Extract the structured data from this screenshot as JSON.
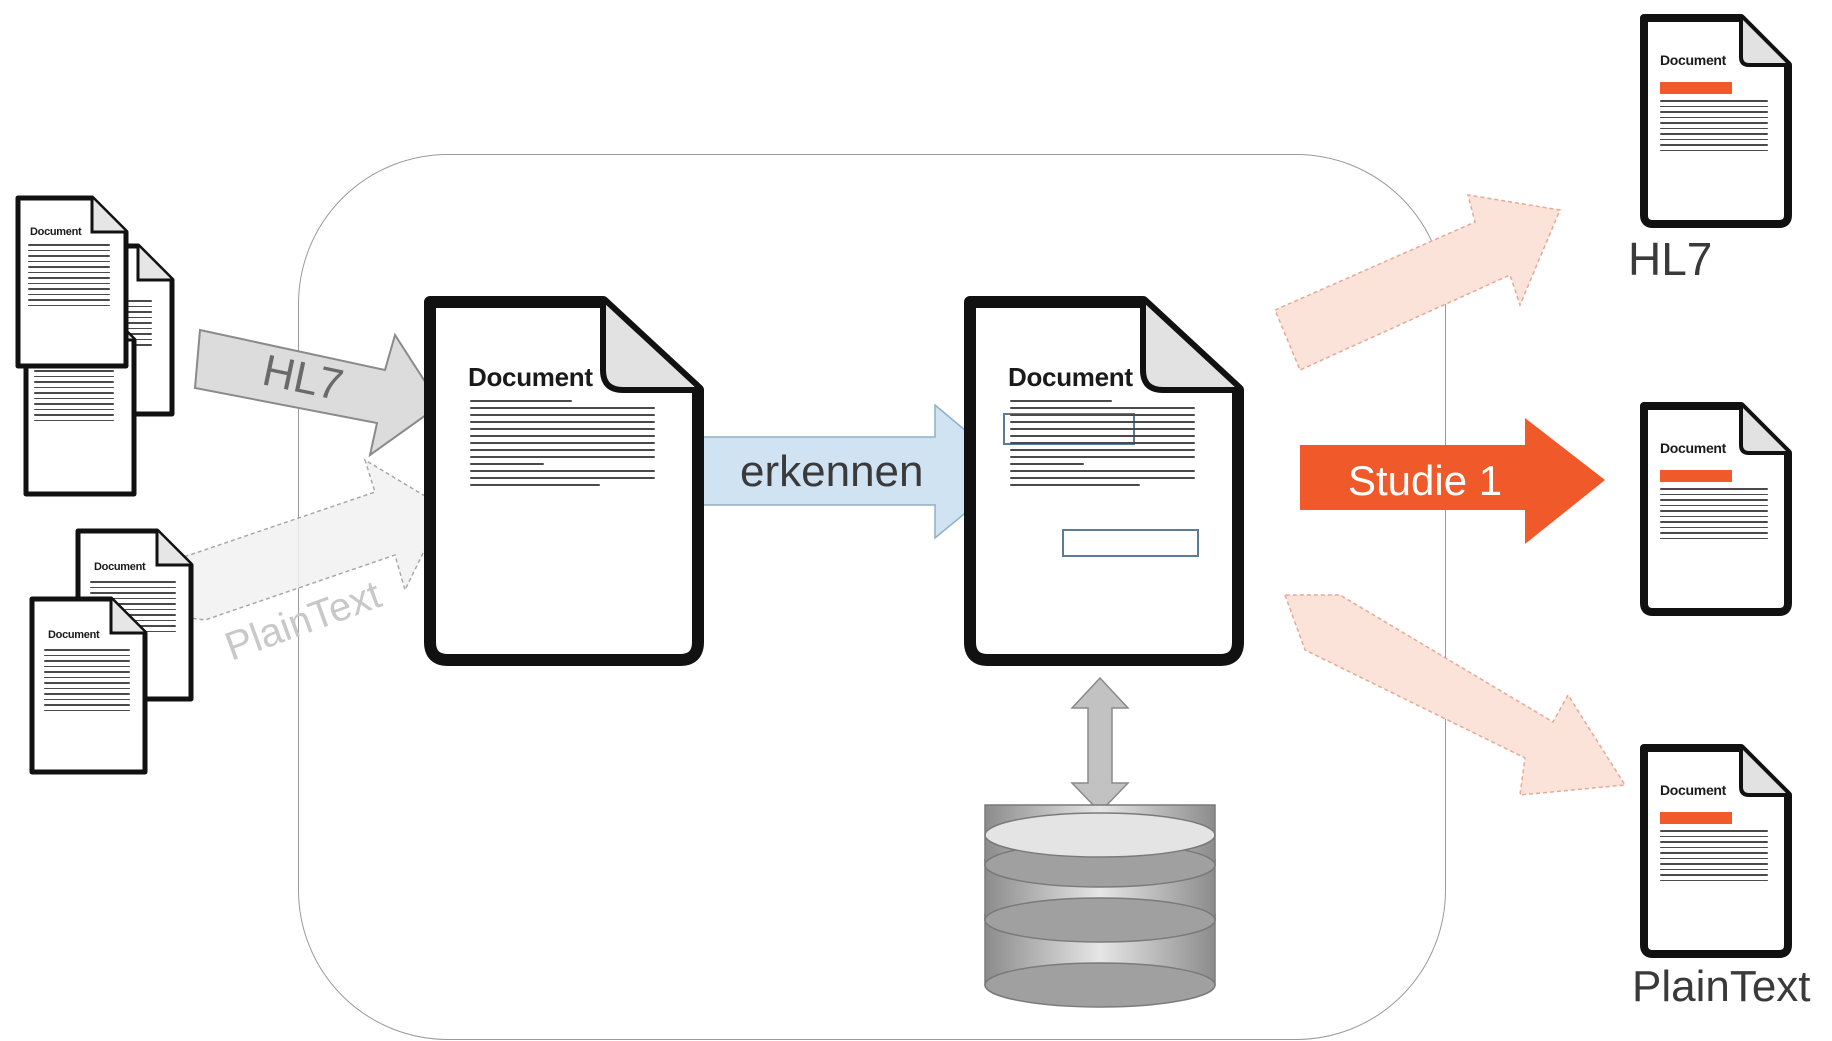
{
  "document_icon": {
    "title": "Document"
  },
  "inputs": {
    "hl7_label": "HL7",
    "plaintext_label": "PlainText"
  },
  "process": {
    "recognize_label": "erkennen",
    "study_label": "Studie 1"
  },
  "outputs": {
    "top_label": "HL7",
    "bottom_label": "PlainText"
  },
  "colors": {
    "recognize_arrow": "#cfe3f2",
    "study_arrow": "#f05a2a",
    "faded_arrow": "#fbe3d9",
    "input_arrow": "#d9d9d9",
    "highlight": "#f05a2a"
  }
}
